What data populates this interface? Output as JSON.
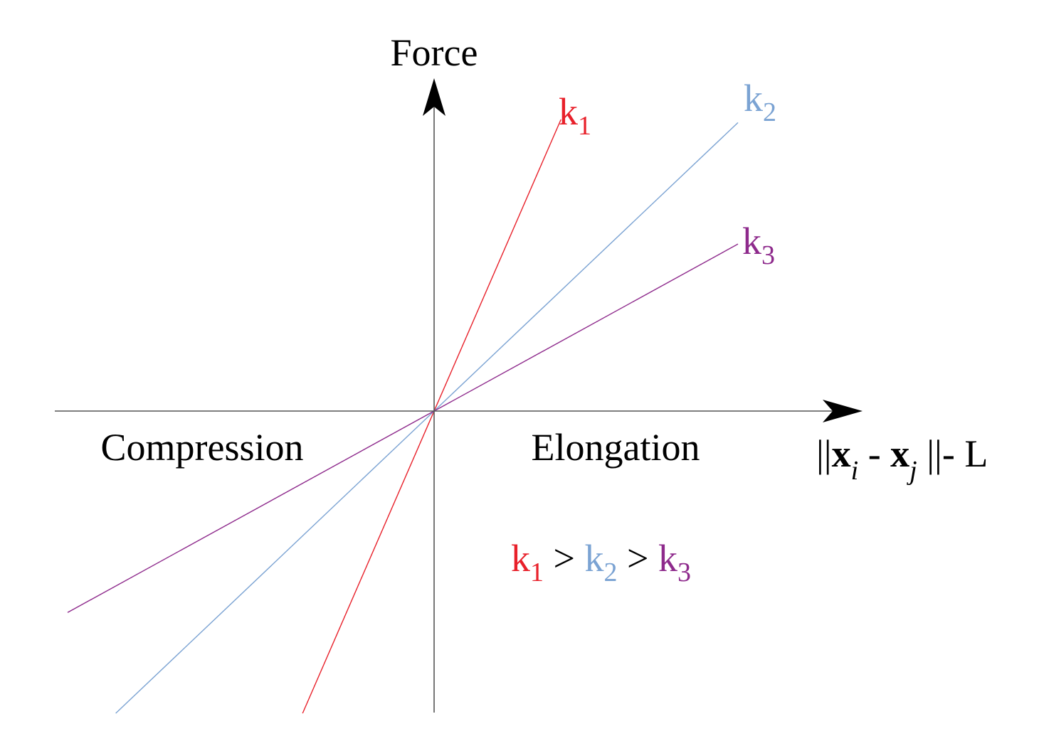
{
  "chart_data": {
    "type": "line",
    "xlabel": {
      "prefix": "||",
      "x_i_base": "x",
      "x_i_sub": "i",
      "minus": " - ",
      "x_j_base": "x",
      "x_j_sub": "j",
      "suffix": " ||- L"
    },
    "ylabel": "Force",
    "region_labels": {
      "left": "Compression",
      "right": "Elongation"
    },
    "series": [
      {
        "name": "k1",
        "label_base": "k",
        "label_sub": "1",
        "slope": 2.3,
        "color": "#e8202a"
      },
      {
        "name": "k2",
        "label_base": "k",
        "label_sub": "2",
        "slope": 0.95,
        "color": "#7ba3d3"
      },
      {
        "name": "k3",
        "label_base": "k",
        "label_sub": "3",
        "slope": 0.55,
        "color": "#8e2a8c"
      }
    ],
    "inequality": [
      {
        "base": "k",
        "sub": "1",
        "color": "#e8202a"
      },
      {
        "op": " > "
      },
      {
        "base": "k",
        "sub": "2",
        "color": "#7ba3d3"
      },
      {
        "op": " > "
      },
      {
        "base": "k",
        "sub": "3",
        "color": "#8e2a8c"
      }
    ],
    "xlim": [
      -1,
      1
    ],
    "ylim": [
      -1,
      1
    ],
    "grid": false,
    "legend": "none"
  }
}
